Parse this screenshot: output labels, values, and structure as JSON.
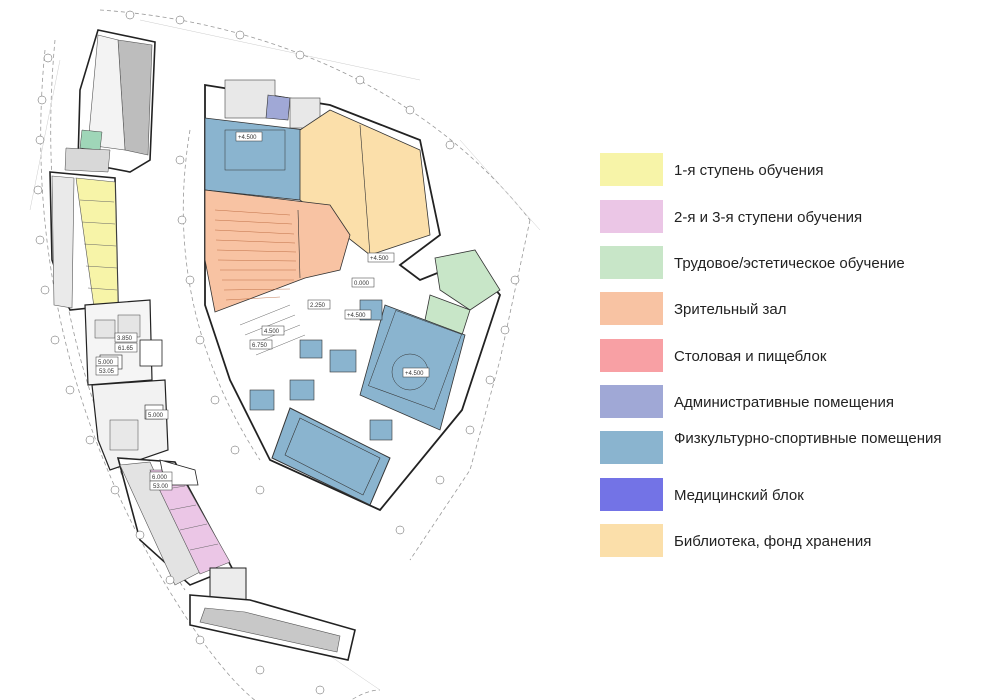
{
  "legend": [
    {
      "label": "1-я ступень обучения",
      "color": "#f7f4a8"
    },
    {
      "label": "2-я и 3-я ступени обучения",
      "color": "#ebc6e6"
    },
    {
      "label": "Трудовое/эстетическое обучение",
      "color": "#c8e6c8"
    },
    {
      "label": "Зрительный зал",
      "color": "#f8c3a3"
    },
    {
      "label": "Столовая и пищеблок",
      "color": "#f8a0a4"
    },
    {
      "label": "Административные помещения",
      "color": "#a0a8d6"
    },
    {
      "label": "Физкультурно-спортивные помещения",
      "color": "#8ab4cf"
    },
    {
      "label": "Медицинский блок",
      "color": "#7373e6"
    },
    {
      "label": "Библиотека, фонд хранения",
      "color": "#fbdfaa"
    }
  ],
  "plan": {
    "marks": {
      "level_4500_a": "+4.500",
      "level_4500_b": "+4.500",
      "level_4500_c": "+4.500",
      "level_4500_d": "+4.500",
      "level_2250": "2.250",
      "level_0000": "0.000",
      "level_6750": "6.750",
      "level_4500_e": "4.500",
      "level_3850": "3.850",
      "area_6165": "61.65",
      "level_5000_a": "5.000",
      "area_5305": "53.05",
      "level_5000_b": "5.000",
      "area_5300": "53.00",
      "level_6000": "6.000"
    }
  }
}
